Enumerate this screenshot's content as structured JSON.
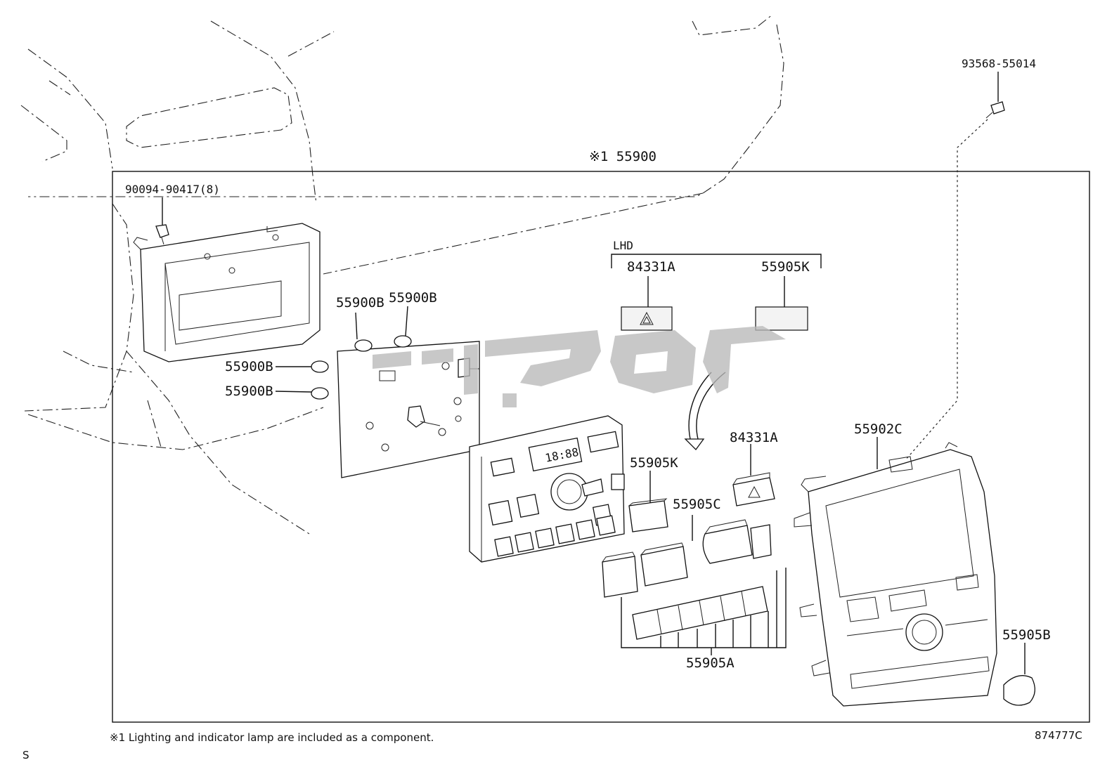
{
  "labels": {
    "main_assembly": "※1 55900",
    "bolt_top": "93568-55014",
    "screw_bracket": "90094-90417(8)",
    "bulb_1": "55900B",
    "bulb_2": "55900B",
    "bulb_3": "55900B",
    "bulb_4": "55900B",
    "lhd": "LHD",
    "hazard_lhd": "84331A",
    "knob_lhd": "55905K",
    "hazard_rhd": "84331A",
    "knob_rhd": "55905K",
    "switch_c": "55905C",
    "switch_a": "55905A",
    "panel": "55902C",
    "cap": "55905B",
    "clock_display": "18:88"
  },
  "footer": {
    "note": "※1 Lighting and indicator lamp are included as a component.",
    "diagram_number": "874777C",
    "corner_mark": "S"
  },
  "colors": {
    "line": "#111111",
    "watermark": "#b9b9b9",
    "background": "#ffffff"
  },
  "icons": {
    "hazard_symbol": "hazard-triangle-icon",
    "watermark": "watermark-logo"
  }
}
